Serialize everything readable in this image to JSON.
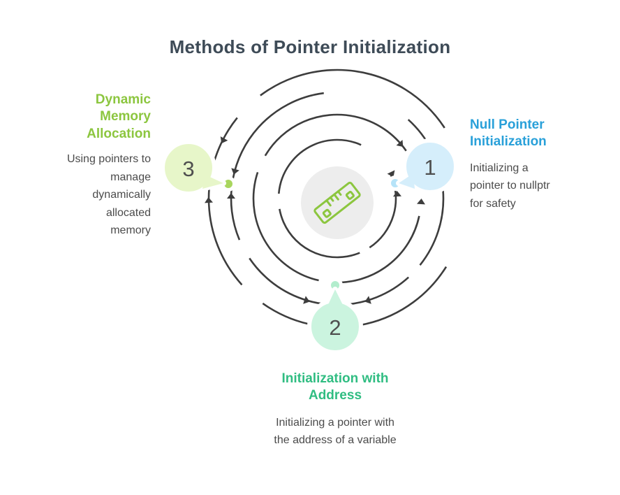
{
  "title": "Methods of Pointer Initialization",
  "center_icon": "ruler-icon",
  "colors": {
    "ring": "#3d3d3d",
    "title": "#3e4b57",
    "body_text": "#4b4b4b",
    "center_circle": "#ededed",
    "icon_green": "#8cc63f"
  },
  "nodes": [
    {
      "number": "1",
      "heading": "Null Pointer Initialization",
      "description": "Initializing a pointer to nullptr for safety",
      "accent": "#29a0d9",
      "bubble_fill": "#d5eefb",
      "dot_fill": "#b6e3f8"
    },
    {
      "number": "2",
      "heading": "Initialization with Address",
      "description": "Initializing a pointer with the address of a variable",
      "accent": "#30bd82",
      "bubble_fill": "#cbf4df",
      "dot_fill": "#b2edcd"
    },
    {
      "number": "3",
      "heading": "Dynamic Memory Allocation",
      "description": "Using pointers to manage dynamically allocated memory",
      "accent": "#8cc63f",
      "bubble_fill": "#e7f6c9",
      "dot_fill": "#a9d65e"
    }
  ]
}
